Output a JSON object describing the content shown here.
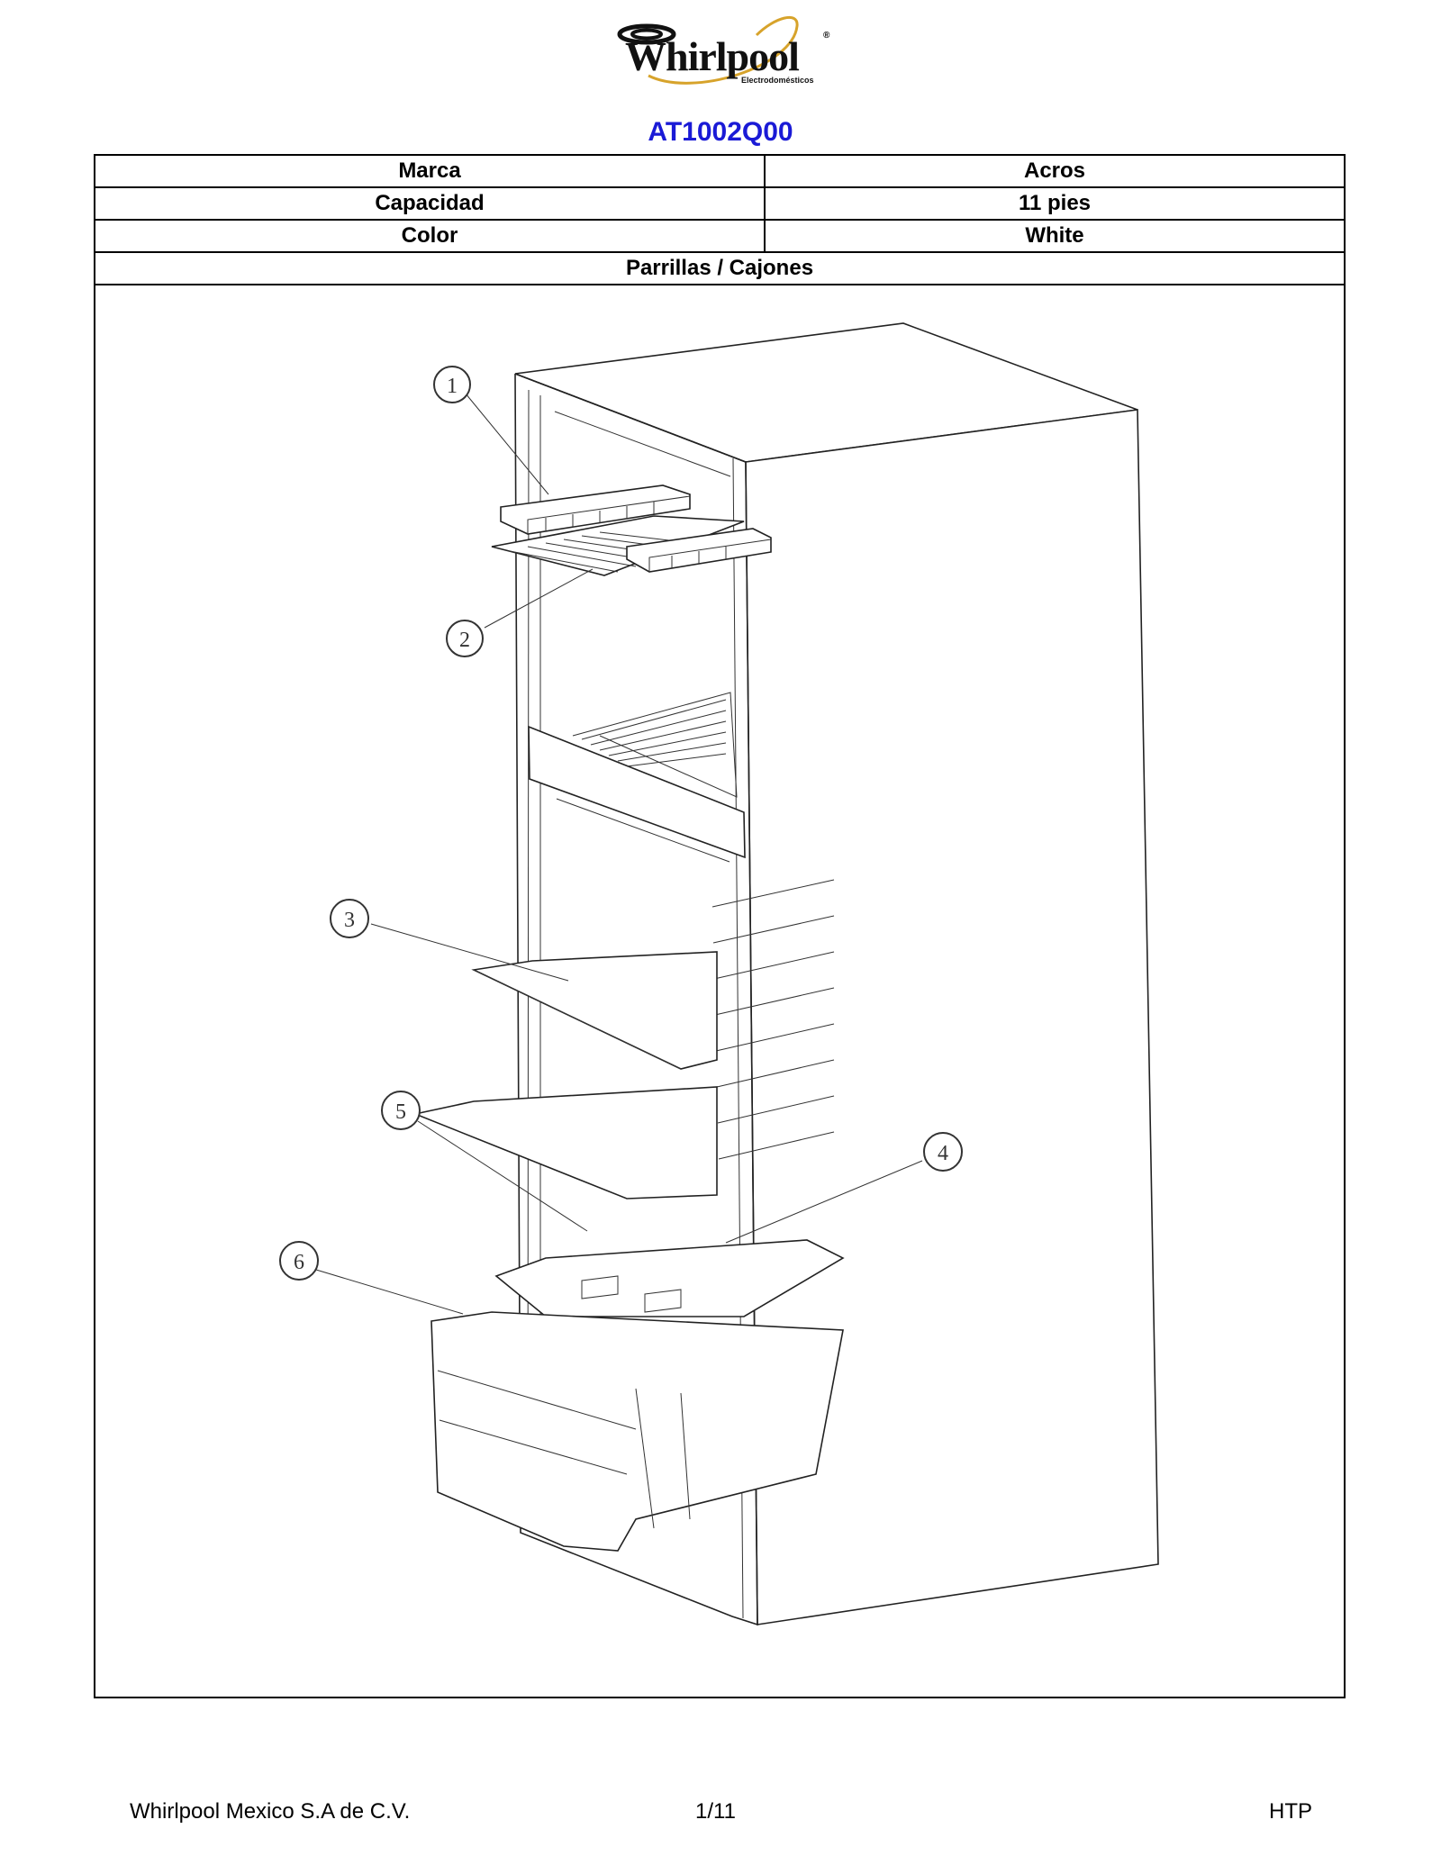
{
  "brand": {
    "logo_name": "Whirlpool",
    "logo_subtitle": "Electrodomésticos",
    "registered_mark": "®"
  },
  "model": "AT1002Q00",
  "specs": {
    "marca_label": "Marca",
    "marca_value": "Acros",
    "capacidad_label": "Capacidad",
    "capacidad_value": "11 pies",
    "color_label": "Color",
    "color_value": "White",
    "section_title": "Parrillas / Cajones"
  },
  "callouts": [
    "1",
    "2",
    "3",
    "4",
    "5",
    "6"
  ],
  "footer": {
    "company": "Whirlpool Mexico S.A de C.V.",
    "page": "1/11",
    "code": "HTP"
  },
  "colors": {
    "model_title": "#1a1ad6",
    "border": "#000000"
  }
}
